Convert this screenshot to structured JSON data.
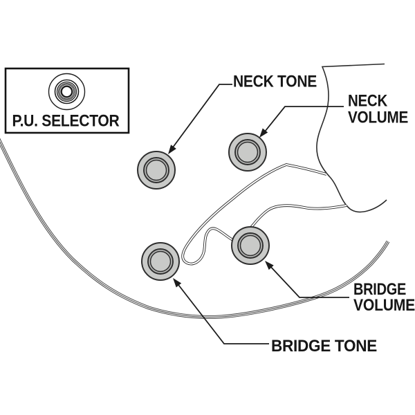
{
  "diagram": {
    "description": "Bass guitar control layout diagram",
    "background_color": "#ffffff",
    "ink_color": "#1c1c1c",
    "knob_fill_color": "#c9cac8",
    "knob_ring_color": "#b5b6b4",
    "pu_selector": {
      "label": "P.U. SELECTOR",
      "icon": "rotary-selector-switch-icon"
    },
    "callouts": {
      "neck_tone": {
        "label": "NECK TONE"
      },
      "neck_volume": {
        "line1": "NECK",
        "line2": "VOLUME"
      },
      "bridge_volume": {
        "line1": "BRIDGE",
        "line2": "VOLUME"
      },
      "bridge_tone": {
        "label": "BRIDGE TONE"
      }
    },
    "knobs": [
      {
        "name": "neck-tone-knob"
      },
      {
        "name": "neck-volume-knob"
      },
      {
        "name": "bridge-tone-knob"
      },
      {
        "name": "bridge-volume-knob"
      }
    ]
  }
}
